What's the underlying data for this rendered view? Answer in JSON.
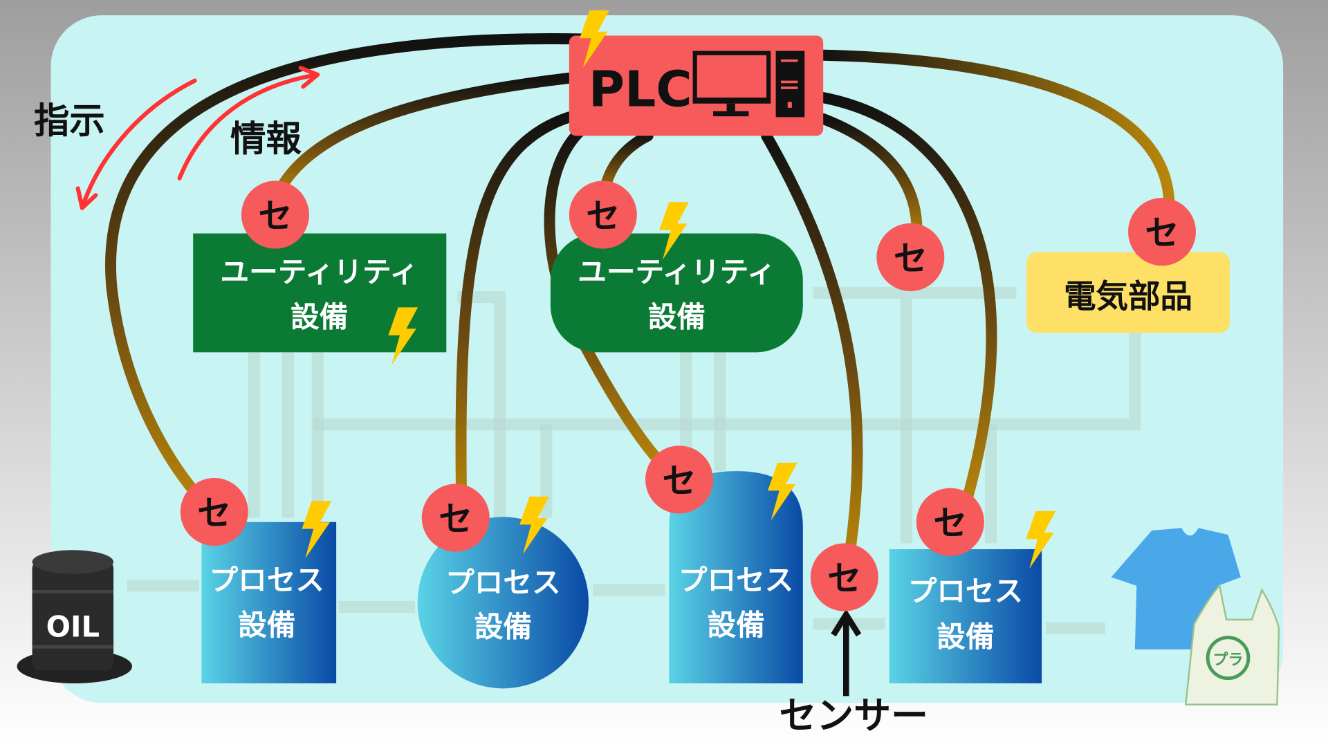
{
  "plc": {
    "label": "PLC",
    "icon": "computer-icon"
  },
  "annotations": {
    "instruction": "指示",
    "information": "情報",
    "sensor": "センサー"
  },
  "sensor_symbol": "セ",
  "utility_1": {
    "line1": "ユーティリティ",
    "line2": "設備"
  },
  "utility_2": {
    "line1": "ユーティリティ",
    "line2": "設備"
  },
  "electrical": {
    "label": "電気部品"
  },
  "processes": [
    {
      "line1": "プロセス",
      "line2": "設備"
    },
    {
      "line1": "プロセス",
      "line2": "設備"
    },
    {
      "line1": "プロセス",
      "line2": "設備"
    },
    {
      "line1": "プロセス",
      "line2": "設備"
    }
  ],
  "oil": {
    "label": "OIL"
  },
  "bag": {
    "label": "プラ"
  },
  "colors": {
    "background": "#c8f4f4",
    "plc": "#f65a5a",
    "sensor": "#f65a5a",
    "utility": "#0b7a35",
    "electrical": "#ffe066",
    "process_light": "#5ad3e6",
    "process_dark": "#0a4aa6",
    "lightning": "#ffcc00",
    "cable_dark": "#111111",
    "cable_light": "#b8860b"
  }
}
